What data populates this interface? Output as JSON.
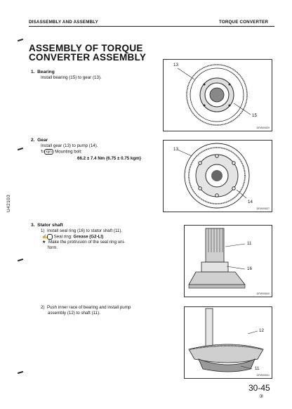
{
  "header": {
    "left": "DISASSEMBLY AND ASSEMBLY",
    "right": "TORQUE CONVERTER"
  },
  "title": {
    "line1": "ASSEMBLY OF TORQUE",
    "line2": "CONVERTER ASSEMBLY"
  },
  "side_code": "U42103",
  "steps": {
    "s1": {
      "num": "1.",
      "title": "Bearing",
      "text": "Install bearing (15) to gear (13)."
    },
    "s2": {
      "num": "2.",
      "title": "Gear",
      "text": "Install gear (13) to pump (14).",
      "torque_icon": "kgm",
      "torque_label": "Mounting bolt:",
      "torque_value": "66.2 ± 7.4 Nm {6.75 ± 0.75 kgm}"
    },
    "s3": {
      "num": "3.",
      "title": "Stator shaft",
      "sub1_num": "1)",
      "sub1": "Install seal ring (16) to stator shaft (11).",
      "seal_prefix": "Seal ring:",
      "seal_value": "Grease (G2-LI)",
      "bullet": "★",
      "note1": "Make the protrusion of the seal ring uni-",
      "note2": "form.",
      "sub2_num": "2)",
      "sub2a": "Push inner race of bearing and install pump",
      "sub2b": "assembly (12) to shaft (11)."
    }
  },
  "figures": {
    "f1": {
      "code": "DEW00839",
      "labels": [
        "13",
        "15"
      ]
    },
    "f2": {
      "code": "DEW00837",
      "labels": [
        "13",
        "14"
      ]
    },
    "f3": {
      "code": "DEW00840",
      "labels": [
        "11",
        "16"
      ]
    },
    "f4": {
      "code": "DEW00841",
      "labels": [
        "12",
        "11"
      ]
    }
  },
  "footer": {
    "page": "30-45",
    "circled": "③"
  }
}
